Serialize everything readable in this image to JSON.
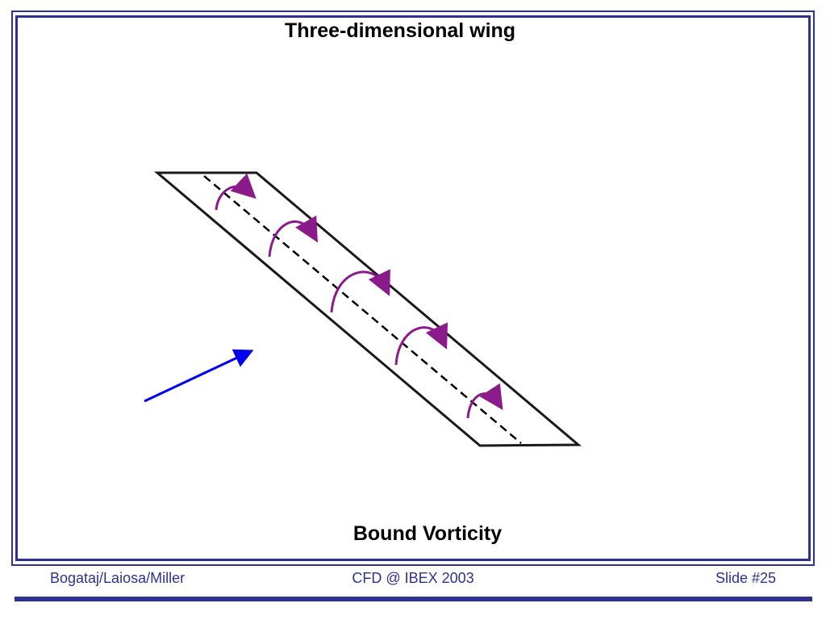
{
  "slide": {
    "title": "Three-dimensional wing",
    "caption": "Bound Vorticity"
  },
  "footer": {
    "authors": "Bogataj/Laiosa/Miller",
    "event": "CFD @ IBEX 2003",
    "slide_number": "Slide #25"
  },
  "colors": {
    "frame": "#2e3192",
    "wing_outline": "#1a1a1a",
    "vortex_arrows": "#8b1a8b",
    "freestream_arrow": "#0000ee"
  },
  "diagram": {
    "wing_outline": "parallelogram-wing",
    "bound_vortex_line": "dashed-line",
    "circulation_arrow_count": 5,
    "freestream_arrow": "arrow-right-up-icon"
  }
}
